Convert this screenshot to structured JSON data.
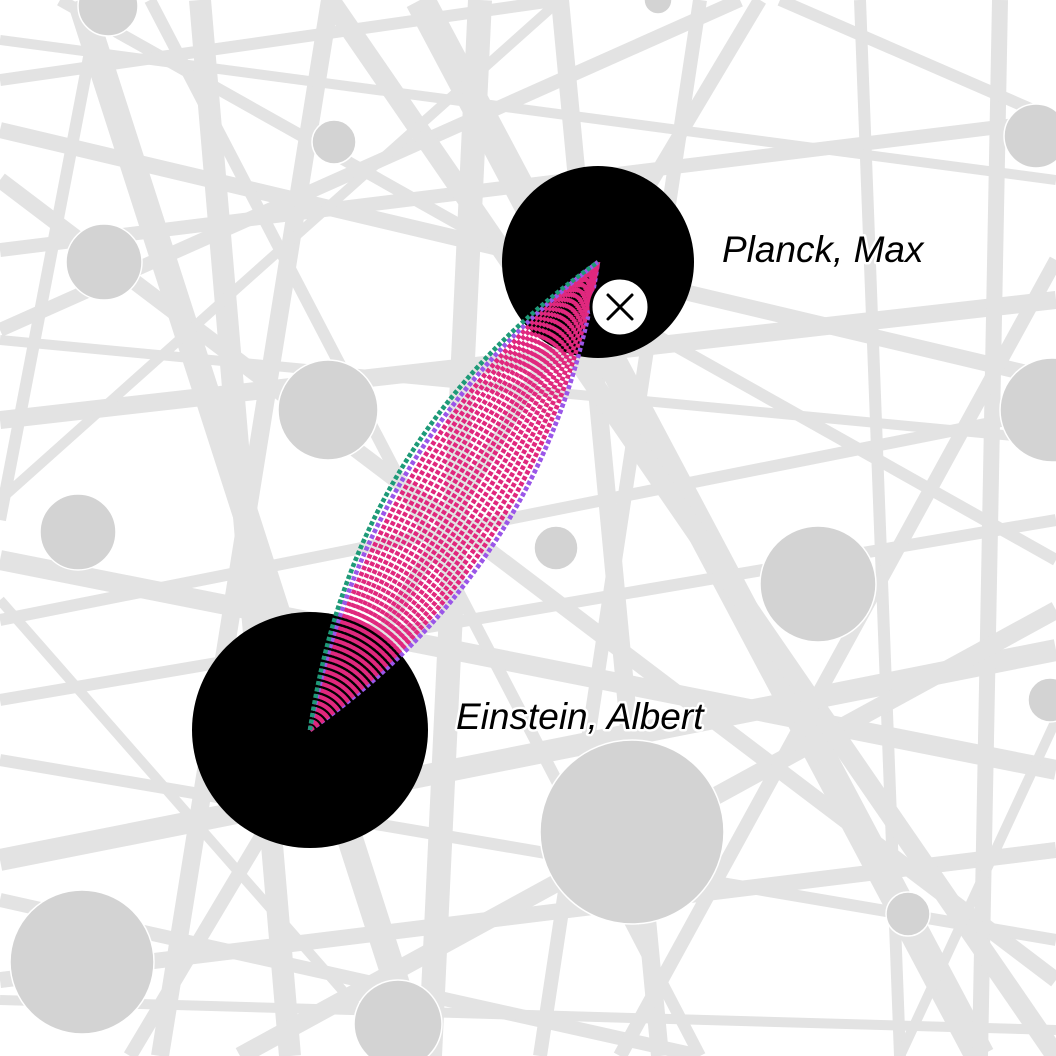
{
  "graph": {
    "nodes": [
      {
        "id": "planck",
        "label": "Planck, Max",
        "focused": true
      },
      {
        "id": "einstein",
        "label": "Einstein, Albert",
        "focused": true
      }
    ],
    "connection": {
      "source": "einstein",
      "target": "planck",
      "link_count": 19
    },
    "link_colors": {
      "outer_a": "#9a56e8",
      "outer_b": "#1e9a78",
      "inner": "#e0287e"
    },
    "close_control": {
      "icon": "close-icon",
      "target": "planck"
    }
  }
}
